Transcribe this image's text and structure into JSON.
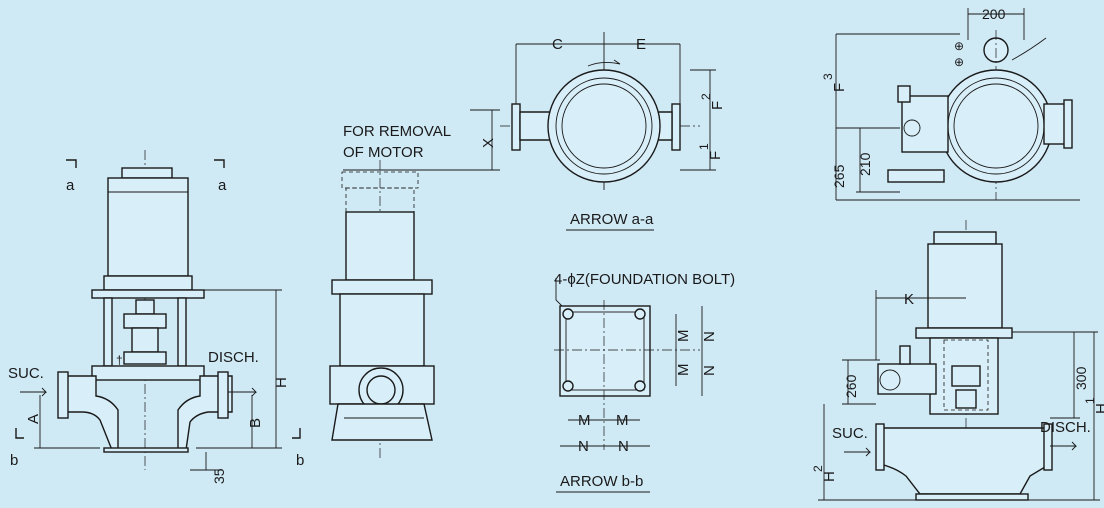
{
  "colors": {
    "background": "#cfe9f5",
    "line": "#1a1a1a",
    "fill": "#d8eef8"
  },
  "labels": {
    "removal_line1": "FOR REMOVAL",
    "removal_line2": "OF MOTOR",
    "x": "X",
    "arrow_aa": "ARROW a-a",
    "arrow_bb": "ARROW b-b",
    "foundation_bolt": "4-ϕZ(FOUNDATION BOLT)",
    "suc": "SUC.",
    "disch": "DISCH.",
    "a": "a",
    "b": "b",
    "A": "A",
    "B": "B",
    "H": "H",
    "C": "C",
    "E": "E",
    "F1": "F",
    "F1_sub": "1",
    "F2": "F",
    "F2_sub": "2",
    "F3": "F",
    "F3_sub": "3",
    "M": "M",
    "N": "N",
    "K": "K",
    "H1": "H",
    "H1_sub": "1",
    "H2": "H",
    "H2_sub": "2",
    "d35": "35",
    "d200": "200",
    "d265": "265",
    "d210": "210",
    "d260": "260",
    "d300": "300"
  }
}
